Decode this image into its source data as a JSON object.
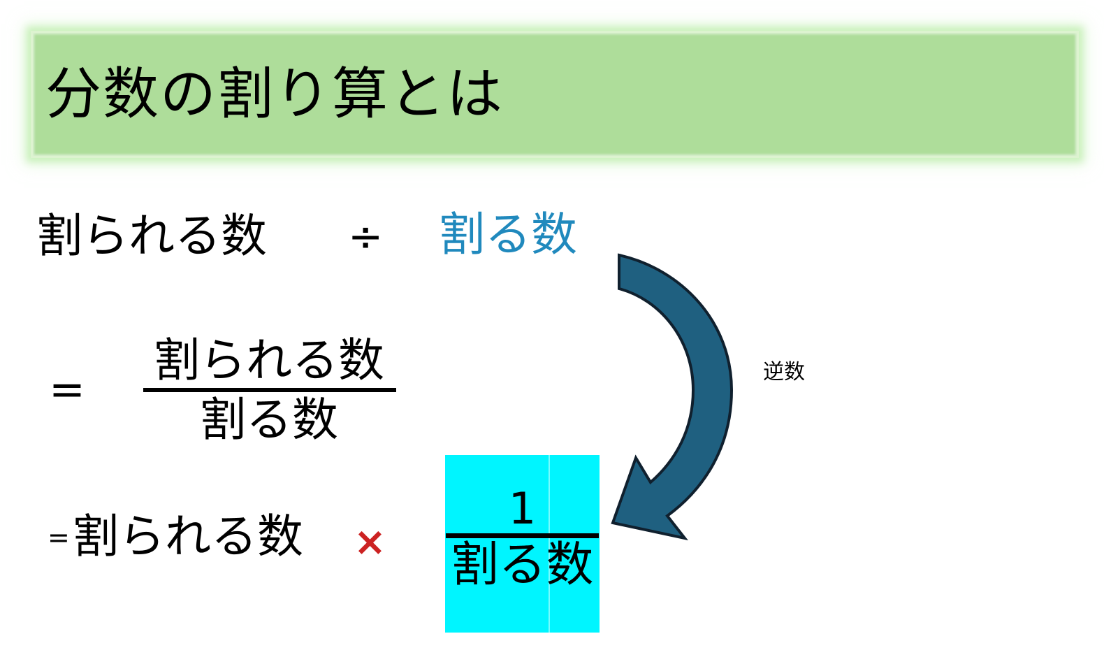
{
  "slide": {
    "title": "分数の割り算とは",
    "background_color": "#ffffff"
  },
  "banner": {
    "fill_color": "#aedd9a",
    "glow_color": "#d7f5cd"
  },
  "equation": {
    "line1": {
      "dividend": "割られる数",
      "operator": "÷",
      "divisor": "割る数",
      "divisor_color": "#2089bd"
    },
    "line2": {
      "equals": "=",
      "numerator": "割られる数",
      "denominator": "割る数"
    },
    "line3": {
      "equals": "=",
      "dividend": "割られる数",
      "operator": "×",
      "operator_color": "#cc2222"
    }
  },
  "reciprocal_box": {
    "numerator": "1",
    "denominator": "割る数",
    "fill_color": "#00f5ff"
  },
  "arrow": {
    "label": "逆数",
    "fill_color": "#1f6080",
    "outline_color": "#10202e"
  }
}
